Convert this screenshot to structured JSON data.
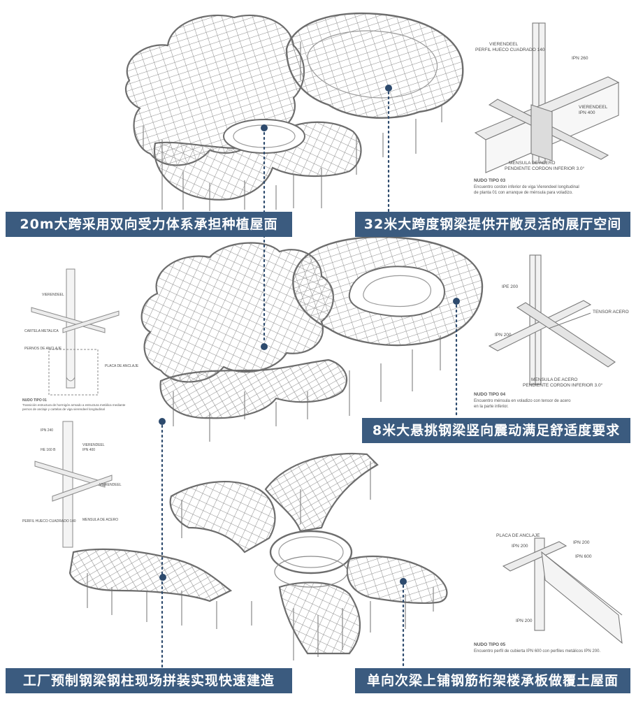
{
  "labels": {
    "top_left": "20m大跨采用双向受力体系承担种植屋面",
    "top_right": "32米大跨度钢梁提供开敞灵活的展厅空间",
    "middle_right": "8米大悬挑钢梁竖向震动满足舒适度要求",
    "bottom_left": "工厂预制钢梁钢柱现场拼装实现快速建造",
    "bottom_right": "单向次梁上铺钢筋桁架楼承板做覆土屋面"
  },
  "nudo03": {
    "a1": "VIERENDEEL",
    "a2": "PERFIL HUECO CUADRADO 140",
    "a3": "IPN 260",
    "a4": "VIERENDEEL",
    "a5": "IPN 400",
    "a6": "MENSULA DE ACERO",
    "a7": "PENDIENTE CORDON INFERIOR 3.0°",
    "title": "NUDO TIPO 03",
    "desc1": "Encuentro cordon inferior de viga Vierendeel longitudinal",
    "desc2": "de planta 01 con arranque de ménsula para voladizo."
  },
  "nudo04": {
    "a1": "IPE 200",
    "a2": "TENSOR ACERO",
    "a3": "IPN 200",
    "a4": "MENSULA DE ACERO",
    "a5": "PENDIENTE CORDON INFERIOR 3.0°",
    "title": "NUDO TIPO 04",
    "desc1": "Encuentro ménsula en voladizo con tensor de acero",
    "desc2": "en la parte inferior."
  },
  "nudo05": {
    "a1": "PLACA DE ANCLAJE",
    "a2": "IPN 200",
    "a3": "IPN 200",
    "a4": "IPN 600",
    "a5": "IPN 200",
    "title": "NUDO TIPO 05",
    "desc1": "Encuentro perfil de cubierta IPN 600 con perfiles metálicos IPN 200."
  },
  "nudo01": {
    "a1": "VIERENDEEL",
    "a2": "CARTELA METALICA",
    "a3": "PERNOS DE ANCLAJE",
    "a4": "PLACA DE ANCLAJE",
    "title": "NUDO TIPO 01",
    "desc1": "Transición estructura de hormigón armado a estructura metálica mediante",
    "desc2": "pernos de anclaje y cartelas de viga vierendeel longitudinal"
  },
  "nudo02": {
    "a1": "IPN 240",
    "a2": "HE 160 B",
    "a3": "VIERENDEEL",
    "a4": "IPN 400",
    "a5": "VIERENDEEL",
    "a6": "MENSULA DE ACERO",
    "a7": "PERFIL HUECO CUADRADO 140"
  },
  "colors": {
    "label_bg": "#3b5b7f",
    "dot": "#2d4a6d",
    "line": "#8a8a8a"
  }
}
